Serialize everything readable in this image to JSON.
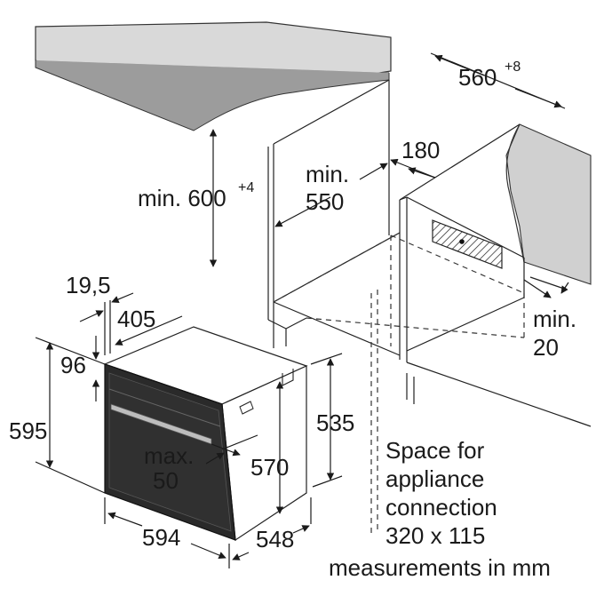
{
  "dimensions": {
    "niche_width": "560",
    "niche_width_tol": "+8",
    "niche_height_min": "min. 600",
    "niche_height_tol": "+4",
    "niche_depth_min_line1": "min.",
    "niche_depth_min_line2": "550",
    "rear_gap": "180",
    "side_gap_line1": "min.",
    "side_gap_line2": "20",
    "front_panel_thickness": "19,5",
    "handle_depth": "405",
    "top_offset": "96",
    "appliance_height": "595",
    "body_height": "535",
    "body_inner_height": "570",
    "door_gap_line1": "max.",
    "door_gap_line2": "50",
    "appliance_width": "594",
    "appliance_depth": "548"
  },
  "notes": {
    "connection_line1": "Space for",
    "connection_line2": "appliance",
    "connection_line3": "connection",
    "connection_line4": "320 x 115",
    "units": "measurements in mm"
  }
}
